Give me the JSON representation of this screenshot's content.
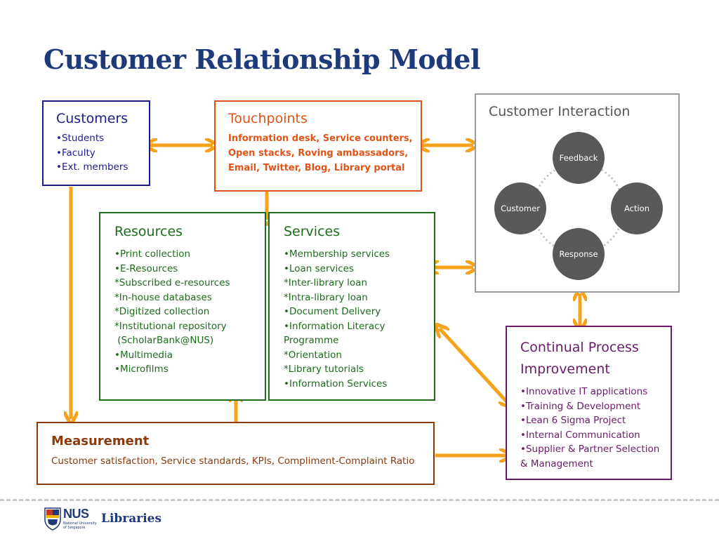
{
  "title": "Customer Relationship Model",
  "colors": {
    "title": "#1f3a7a",
    "arrow": "#f7a21b",
    "customers": "#1c1c8c",
    "touchpoints": "#e25317",
    "green": "#1e6b1e",
    "purple": "#6a1b6a",
    "measurement": "#8b3a0e",
    "cycle_circle": "#595959"
  },
  "customers": {
    "title": "Customers",
    "items": [
      "•Students",
      "•Faculty",
      "•Ext. members"
    ]
  },
  "touchpoints": {
    "title": "Touchpoints",
    "text": "Information desk, Service  counters, Open stacks, Roving  ambassadors, Email, Twitter, Blog, Library portal"
  },
  "interaction": {
    "title": "Customer Interaction",
    "cycle": {
      "top": "Feedback",
      "right": "Action",
      "bottom": "Response",
      "left": "Customer"
    }
  },
  "resources": {
    "title": "Resources",
    "items": [
      "•Print collection",
      "•E-Resources",
      "*Subscribed e-resources",
      "*In-house databases",
      "*Digitized collection",
      "*Institutional repository",
      " (ScholarBank@NUS)",
      "•Multimedia",
      "•Microfilms"
    ]
  },
  "services": {
    "title": "Services",
    "items": [
      "•Membership services",
      "•Loan services",
      "*Inter-library loan",
      "*Intra-library loan",
      "•Document Delivery",
      "•Information Literacy",
      "Programme",
      "*Orientation",
      "*Library tutorials",
      "•Information Services"
    ]
  },
  "improvement": {
    "title_line1": "Continual Process",
    "title_line2": "Improvement",
    "items": [
      "•Innovative IT applications",
      "•Training & Development",
      "•Lean 6 Sigma Project",
      "•Internal Communication",
      "•Supplier & Partner Selection",
      "& Management"
    ]
  },
  "measurement": {
    "title": "Measurement",
    "text": "Customer satisfaction, Service standards, KPIs, Compliment-Complaint Ratio"
  },
  "footer": {
    "logo_text": "NUS",
    "logo_subtext": "National University of Singapore",
    "libraries": "Libraries"
  }
}
